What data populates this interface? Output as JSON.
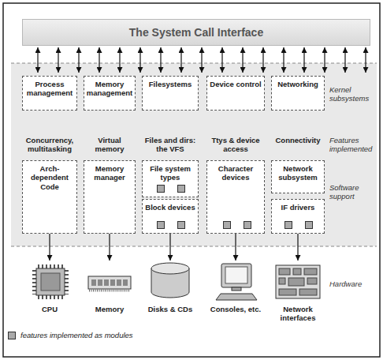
{
  "diagram": {
    "nodes": [
      {
        "text": [
          "The System Call Interface"
        ]
      },
      {
        "text": [
          "Process management"
        ]
      },
      {
        "text": [
          "Memory management"
        ]
      },
      {
        "text": [
          "Filesystems"
        ]
      },
      {
        "text": [
          "Device control"
        ]
      },
      {
        "text": [
          "Networking"
        ]
      },
      {
        "text": [
          "Arch-dependent Code"
        ]
      },
      {
        "text": [
          "Memory manager"
        ]
      },
      {
        "text": [
          "File system types"
        ]
      },
      {
        "text": [
          "Block devices"
        ]
      },
      {
        "text": [
          "Character devices"
        ]
      },
      {
        "text": [
          "Network subsystem"
        ]
      },
      {
        "text": [
          "IF drivers"
        ]
      },
      {
        "text": [
          "CPU"
        ]
      },
      {
        "text": [
          "Memory"
        ]
      },
      {
        "text": [
          "Disks & CDs"
        ]
      },
      {
        "text": [
          "Consoles, etc."
        ]
      },
      {
        "text": [
          "Network interfaces"
        ]
      }
    ],
    "edges": [
      {
        "from": 6,
        "to": 13,
        "arrow": "to"
      },
      {
        "from": 7,
        "to": 14,
        "arrow": "to"
      },
      {
        "from": 9,
        "to": 15,
        "arrow": "to"
      },
      {
        "from": 10,
        "to": 16,
        "arrow": "to"
      },
      {
        "from": 12,
        "to": 17,
        "arrow": "to"
      }
    ],
    "labels": [
      "Kernel subsystems",
      "Concurrency, multitasking",
      "Virtual memory",
      "Files and dirs: the VFS",
      "Ttys & device access",
      "Connectivity",
      "Features implemented",
      "Software support",
      "Hardware"
    ],
    "legend": [
      {
        "text": "features implemented as modules",
        "color": "#aaaaaa"
      }
    ]
  }
}
